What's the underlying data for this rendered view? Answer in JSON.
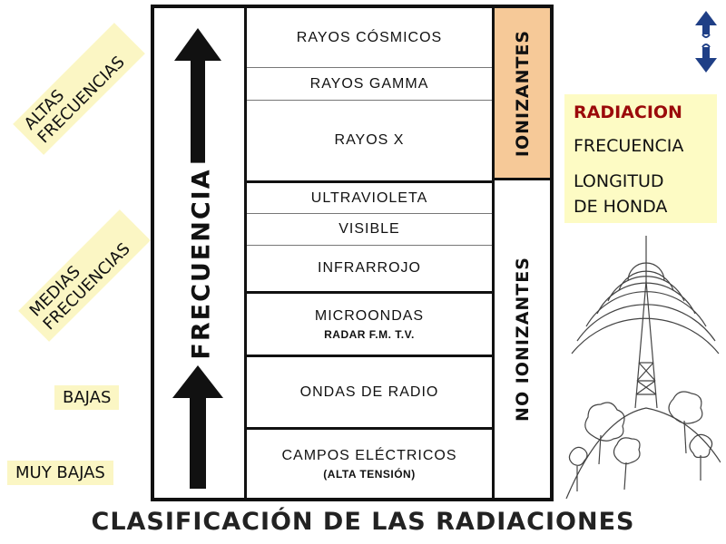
{
  "title": "CLASIFICACIÓN DE LAS RADIACIONES",
  "left_labels": {
    "altas": [
      "ALTAS",
      "FRECUENCIAS"
    ],
    "medias": [
      "MEDIAS",
      "FRECUENCIAS"
    ],
    "bajas": "BAJAS",
    "muy_bajas": "MUY BAJAS"
  },
  "axis_label": "FRECUENCIA",
  "bands": [
    {
      "label": "RAYOS CÓSMICOS"
    },
    {
      "label": "RAYOS GAMMA"
    },
    {
      "label": "RAYOS X"
    },
    {
      "label": "ULTRAVIOLETA"
    },
    {
      "label": "VISIBLE"
    },
    {
      "label": "INFRARROJO"
    },
    {
      "label": "MICROONDAS",
      "sub": "RADAR F.M. T.V."
    },
    {
      "label": "ONDAS DE RADIO"
    },
    {
      "label": "CAMPOS ELÉCTRICOS",
      "sub": "(ALTA TENSIÓN)"
    }
  ],
  "classes": {
    "ionizing": "IONIZANTES",
    "non_ionizing": "NO IONIZANTES"
  },
  "info_box": {
    "line1": "RADIACION",
    "line2": "FRECUENCIA",
    "line3": "LONGITUD",
    "line4": "DE HONDA"
  },
  "colors": {
    "ionizing_fill": "#f6c998",
    "label_bg": "#fbf6c4",
    "radiacion_text": "#9b0a0a",
    "arrow_blue": "#1f3f86"
  },
  "icons": [
    "up-down-arrows-icon",
    "radio-tower-illustration"
  ]
}
